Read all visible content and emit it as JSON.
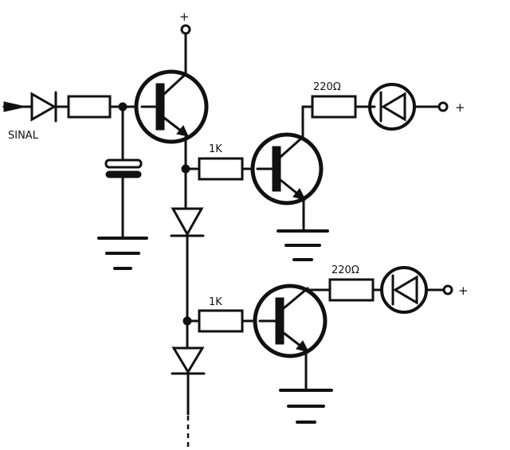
{
  "labels": {
    "input": "SINAL",
    "vcc_top": "+",
    "res_top": "220Ω",
    "res_mid": "1K",
    "res_bottom": "220Ω",
    "res_lower_base": "1K",
    "plus_top": "+",
    "plus_bottom": "+"
  },
  "colors": {
    "ink": "#111111",
    "paper": "#ffffff"
  }
}
